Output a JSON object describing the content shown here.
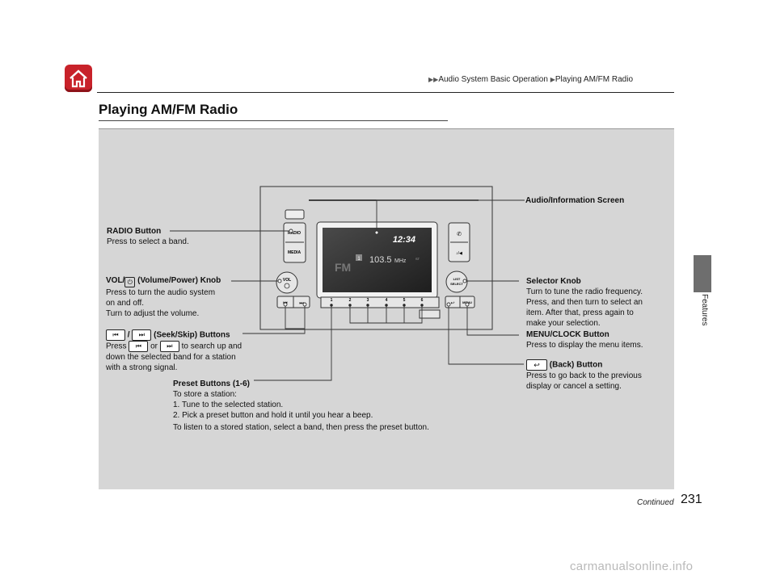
{
  "header": {
    "breadcrumb": [
      "Audio System Basic Operation",
      "Playing AM/FM Radio"
    ]
  },
  "page_title": "Playing AM/FM Radio",
  "side_tab": "Features",
  "radio": {
    "time": "12:34",
    "frequency": "103.5",
    "unit": "MHz",
    "band": "FM",
    "band_num": "1",
    "preset_indicator": "1",
    "presets": [
      "1",
      "2",
      "3",
      "4",
      "5",
      "6"
    ],
    "buttons": {
      "radio": "RADIO",
      "media": "MEDIA",
      "vol": "VOL",
      "list_select": "LIST\nSELECT",
      "menu": "MENU"
    }
  },
  "callouts": {
    "radio_title": "RADIO Button",
    "radio_desc": "Press to select a band.",
    "vol_title_a": "VOL/",
    "vol_title_b": "(Volume/Power) Knob",
    "vol_desc_1": "Press to turn the audio system",
    "vol_desc_2": "on and off.",
    "vol_desc_3": "Turn to adjust the volume.",
    "seek_sep": "/",
    "seek_title": "(Seek/Skip) Buttons",
    "seek_press": "Press",
    "seek_or": "or",
    "seek_desc_a": "to search up and",
    "seek_desc_2": "down the selected band for a station",
    "seek_desc_3": "with a strong signal.",
    "preset_title": "Preset Buttons (1-6)",
    "preset_desc_1": "To store a station:",
    "preset_desc_2": "1.  Tune to the selected station.",
    "preset_desc_3": "2.  Pick a preset button and hold it until you hear a beep.",
    "preset_desc_4": "To listen to a stored station, select a band, then press the preset button.",
    "screen_title": "Audio/Information Screen",
    "selector_title": "Selector Knob",
    "selector_desc_1": "Turn to tune the radio frequency.",
    "selector_desc_2": "Press, and then turn to select an",
    "selector_desc_3": "item. After that, press again to",
    "selector_desc_4": "make your selection.",
    "menu_title": "MENU/CLOCK Button",
    "menu_desc": "Press to display the menu items.",
    "back_title": "(Back) Button",
    "back_desc_1": "Press to go back to the previous",
    "back_desc_2": "display or cancel a setting."
  },
  "footer": {
    "continued": "Continued",
    "page_number": "231",
    "watermark": "carmanualsonline.info"
  },
  "colors": {
    "home": "#c8222a",
    "panel": "#d6d6d6",
    "screen": "#2a2a2a"
  }
}
